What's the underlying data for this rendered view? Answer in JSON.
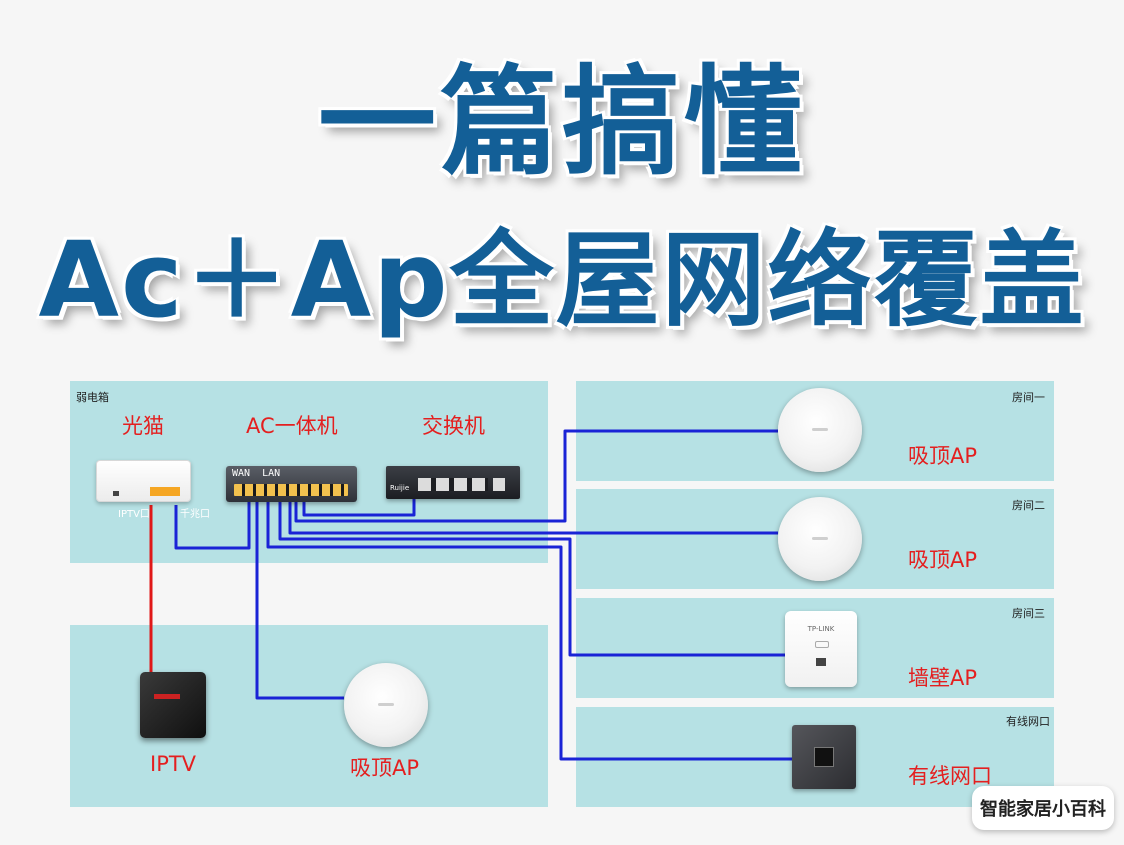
{
  "title": {
    "line1": "一篇搞懂",
    "line2": "Ac＋Ap全屋网络覆盖"
  },
  "zones": {
    "weak_box": "弱电箱",
    "room1": "房间一",
    "room2": "房间二",
    "room3": "房间三",
    "wired": "有线网口"
  },
  "devices": {
    "modem": "光猫",
    "ac": "AC一体机",
    "switch": "交换机",
    "iptv_port": "IPTV口",
    "gigabit_port": "千兆口",
    "wan_lan": "WAN  LAN",
    "iptv": "IPTV",
    "ceiling_ap_bottom": "吸顶AP",
    "ceiling_ap_room1": "吸顶AP",
    "ceiling_ap_room2": "吸顶AP",
    "wall_ap": "墙壁AP",
    "wired_port": "有线网口",
    "wall_ap_brand": "TP-LINK",
    "switch_brand": "Ruijie"
  },
  "watermark": "智能家居小百科",
  "colors": {
    "title": "#135f97",
    "zone": "#b6e1e4",
    "label": "#e41f1f",
    "wire_blue": "#1a23d6",
    "wire_red": "#e01818"
  }
}
